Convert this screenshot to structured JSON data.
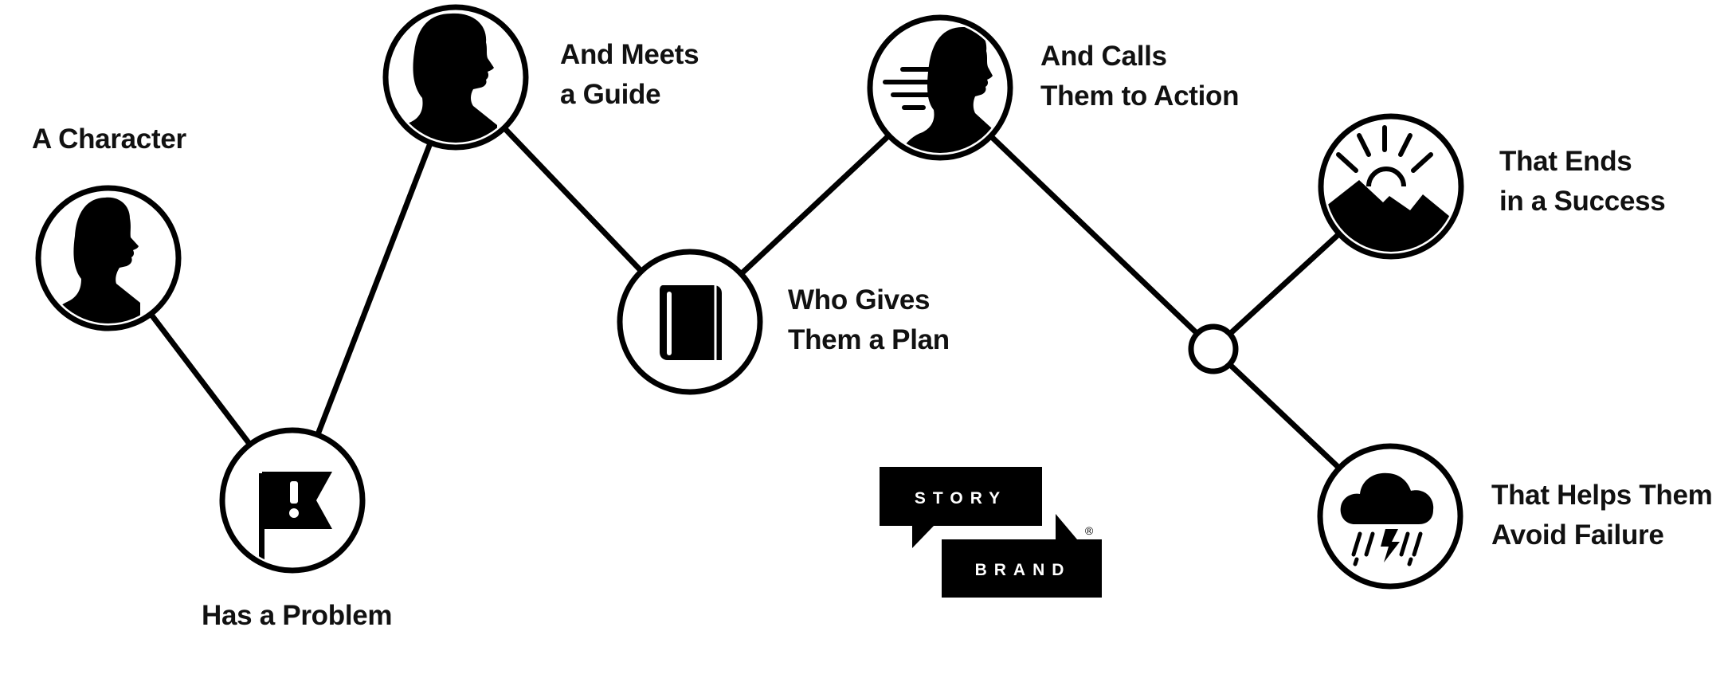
{
  "colors": {
    "ink": "#000000",
    "text": "#111111",
    "background": "#ffffff"
  },
  "steps": [
    {
      "icon": "character-head-icon",
      "lines": [
        "A Character"
      ]
    },
    {
      "icon": "problem-flag-icon",
      "lines": [
        "Has a Problem"
      ]
    },
    {
      "icon": "guide-head-icon",
      "lines": [
        "And Meets",
        "a Guide"
      ]
    },
    {
      "icon": "plan-book-icon",
      "lines": [
        "Who Gives",
        "Them a Plan"
      ]
    },
    {
      "icon": "call-to-action-head-icon",
      "lines": [
        "And Calls",
        "Them to Action"
      ]
    },
    {
      "icon": "success-sunrise-icon",
      "lines": [
        "That Ends",
        "in a Success"
      ]
    },
    {
      "icon": "failure-storm-icon",
      "lines": [
        "That Helps Them",
        "Avoid Failure"
      ]
    }
  ],
  "logo": {
    "top": "STORY",
    "bottom": "BRAND",
    "mark": "®"
  }
}
